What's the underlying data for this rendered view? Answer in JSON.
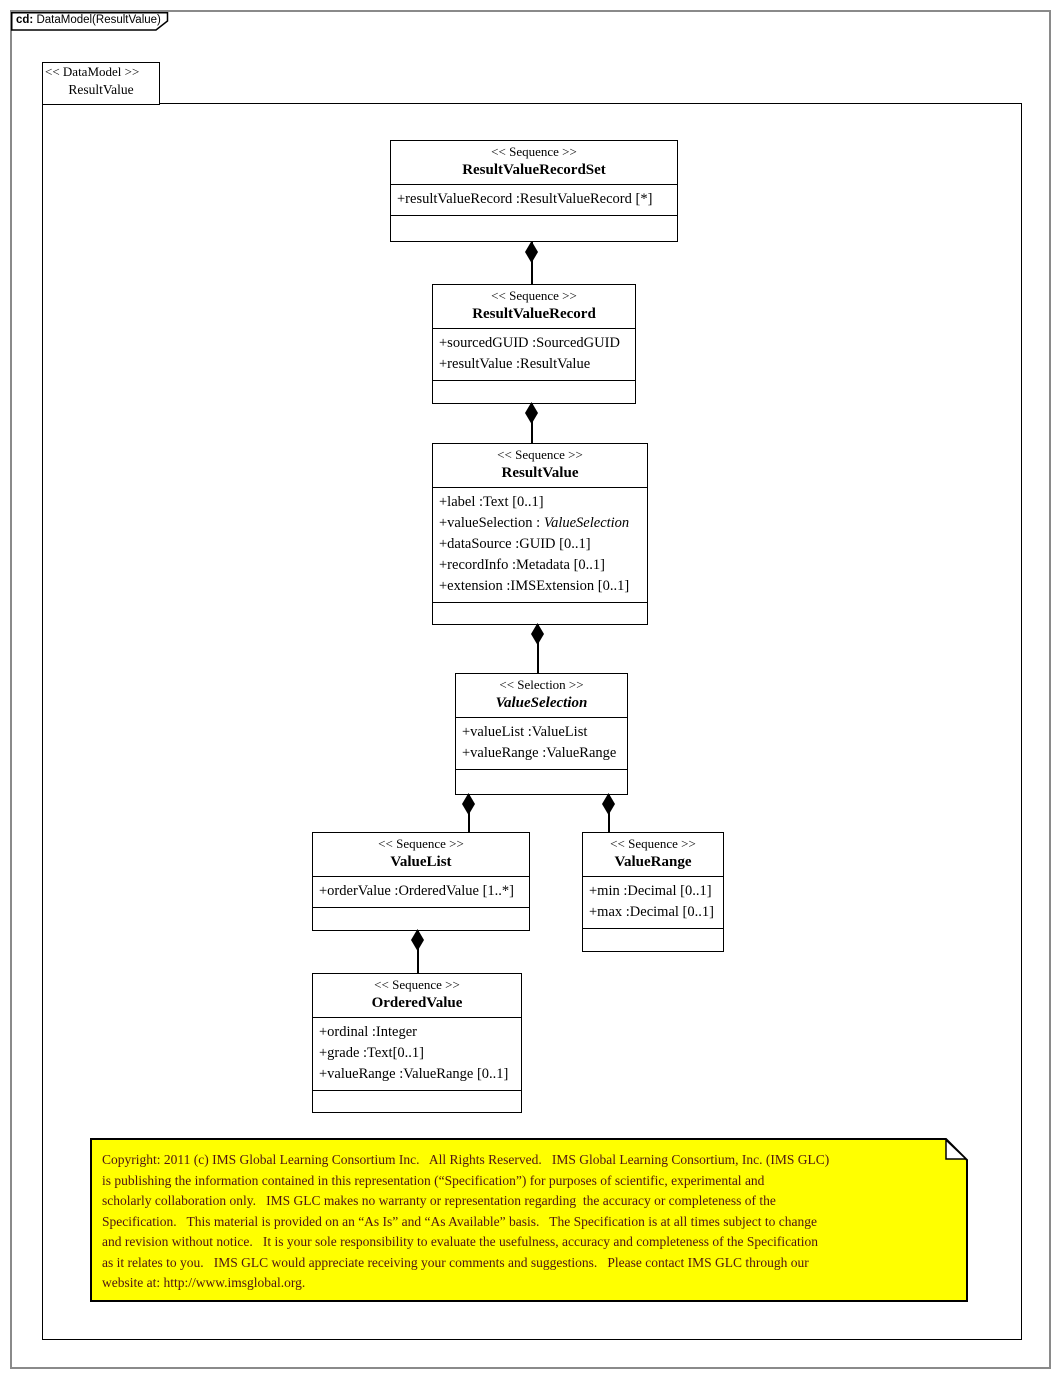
{
  "tab": {
    "prefix": "cd:",
    "title": " DataModel(ResultValue)"
  },
  "frame_label": {
    "stereotype": "<< DataModel >>",
    "name": "ResultValue"
  },
  "diagram_type": "UML class diagram",
  "classes": [
    {
      "stereotype": "<< Sequence >>",
      "name": "ResultValueRecordSet",
      "attributes": [
        "+resultValueRecord :ResultValueRecord [*]"
      ]
    },
    {
      "stereotype": "<< Sequence >>",
      "name": "ResultValueRecord",
      "attributes": [
        "+sourcedGUID :SourcedGUID",
        "+resultValue :ResultValue"
      ]
    },
    {
      "stereotype": "<< Sequence >>",
      "name": "ResultValue",
      "attributes": [
        "+label :Text [0..1]",
        {
          "pre": "+valueSelection : ",
          "italic": "ValueSelection"
        },
        "+dataSource :GUID [0..1]",
        "+recordInfo :Metadata [0..1]",
        "+extension :IMSExtension [0..1]"
      ]
    },
    {
      "stereotype": "<< Selection  >>",
      "name": "ValueSelection",
      "name_italic": true,
      "attributes": [
        "+valueList :ValueList",
        "+valueRange :ValueRange"
      ]
    },
    {
      "stereotype": "<< Sequence >>",
      "name": "ValueList",
      "attributes": [
        "+orderValue :OrderedValue [1..*]"
      ]
    },
    {
      "stereotype": "<< Sequence >>",
      "name": "ValueRange",
      "attributes": [
        "+min :Decimal [0..1]",
        "+max :Decimal [0..1]"
      ]
    },
    {
      "stereotype": "<< Sequence >>",
      "name": "OrderedValue",
      "attributes": [
        "+ordinal :Integer",
        "+grade :Text[0..1]",
        "+valueRange :ValueRange [0..1]"
      ]
    }
  ],
  "relations": [
    {
      "parent": "ResultValueRecordSet",
      "child": "ResultValueRecord",
      "type": "composition"
    },
    {
      "parent": "ResultValueRecord",
      "child": "ResultValue",
      "type": "composition"
    },
    {
      "parent": "ResultValue",
      "child": "ValueSelection",
      "type": "composition"
    },
    {
      "parent": "ValueSelection",
      "child": "ValueList",
      "type": "composition"
    },
    {
      "parent": "ValueSelection",
      "child": "ValueRange",
      "type": "composition"
    },
    {
      "parent": "ValueList",
      "child": "OrderedValue",
      "type": "composition"
    }
  ],
  "note": {
    "lines": [
      "Copyright: 2011 (c) IMS Global Learning Consortium Inc.   All Rights Reserved.   IMS Global Learning Consortium, Inc. (IMS GLC)",
      "is publishing the information contained in this representation (“Specification”) for purposes of scientific, experimental and",
      "scholarly collaboration only.   IMS GLC makes no warranty or representation regarding  the accuracy or completeness of the",
      "Specification.   This material is provided on an “As Is” and “As Available” basis.   The Specification is at all times subject to change",
      "and revision without notice.   It is your sole responsibility to evaluate the usefulness, accuracy and completeness of the Specification",
      "as it relates to you.   IMS GLC would appreciate receiving your comments and suggestions.   Please contact IMS GLC through our",
      "website at: http://www.imsglobal.org."
    ]
  },
  "colors": {
    "note_background": "#ffff00",
    "note_text": "#4e1414",
    "outer_border": "#8a8a8a",
    "line_color": "#000000"
  }
}
